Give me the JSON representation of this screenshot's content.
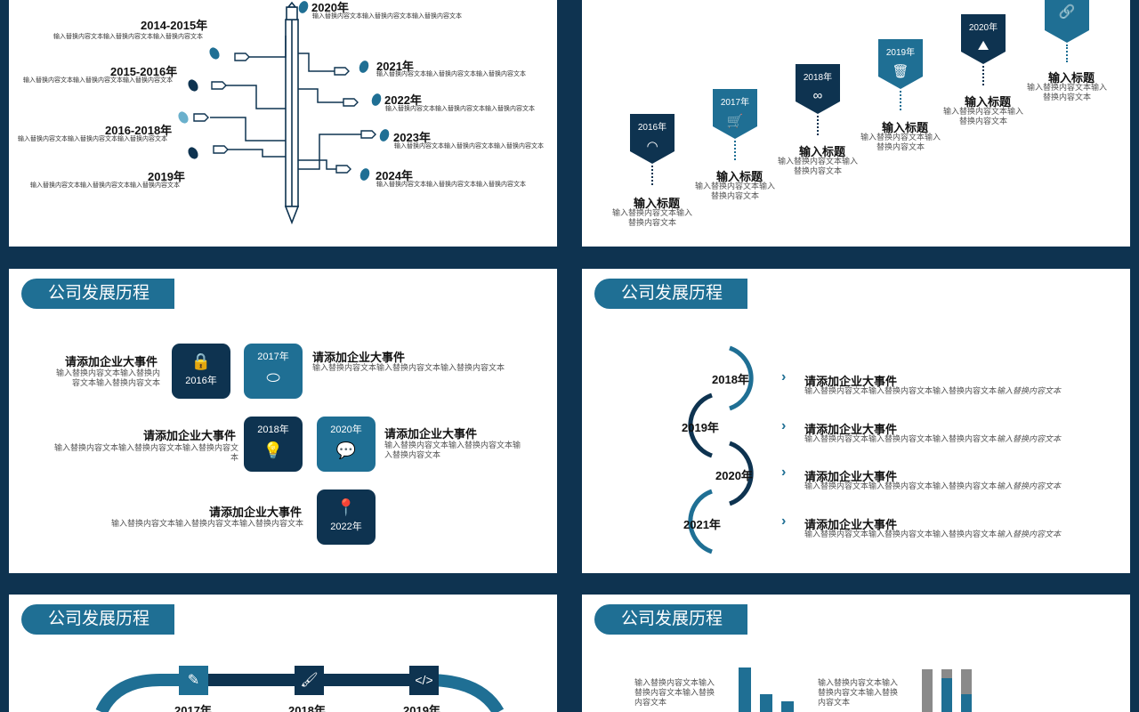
{
  "section_title": "公司发展历程",
  "slide1": {
    "left": [
      {
        "year": "2014-2015年",
        "desc": "输入替换内容文本输入替换内容文本输入替换内容文本"
      },
      {
        "year": "2015-2016年",
        "desc": "输入替换内容文本输入替换内容文本输入替换内容文本"
      },
      {
        "year": "2016-2018年",
        "desc": "输入替换内容文本输入替换内容文本输入替换内容文本"
      },
      {
        "year": "2019年",
        "desc": "输入替换内容文本输入替换内容文本输入替换内容文本"
      }
    ],
    "right": [
      {
        "year": "2020年",
        "desc": "输入替换内容文本输入替换内容文本输入替换内容文本"
      },
      {
        "year": "2021年",
        "desc": "输入替换内容文本输入替换内容文本输入替换内容文本"
      },
      {
        "year": "2022年",
        "desc": "输入替换内容文本输入替换内容文本输入替换内容文本"
      },
      {
        "year": "2023年",
        "desc": "输入替换内容文本输入替换内容文本输入替换内容文本"
      },
      {
        "year": "2024年",
        "desc": "输入替换内容文本输入替换内容文本输入替换内容文本"
      }
    ]
  },
  "slide2": {
    "steps": [
      {
        "year": "2016年",
        "icon": "wifi-icon",
        "title": "输入标题",
        "desc": "输入替换内容文本输入替换内容文本"
      },
      {
        "year": "2017年",
        "icon": "cart-icon",
        "title": "输入标题",
        "desc": "输入替换内容文本输入替换内容文本"
      },
      {
        "year": "2018年",
        "icon": "infinity-icon",
        "title": "输入标题",
        "desc": "输入替换内容文本输入替换内容文本"
      },
      {
        "year": "2019年",
        "icon": "trash-icon",
        "title": "输入标题",
        "desc": "输入替换内容文本输入替换内容文本"
      },
      {
        "year": "2020年",
        "icon": "map-icon",
        "title": "输入标题",
        "desc": "输入替换内容文本输入替换内容文本"
      },
      {
        "year": "",
        "icon": "link-icon",
        "title": "输入标题",
        "desc": "输入替换内容文本输入替换内容文本"
      }
    ]
  },
  "slide3": {
    "events": [
      {
        "title": "请添加企业大事件",
        "desc": "输入替换内容文本输入替换内容文本输入替换内容文本"
      },
      {
        "title": "请添加企业大事件",
        "desc": "输入替换内容文本输入替换内容文本输入替换内容文本"
      },
      {
        "title": "请添加企业大事件",
        "desc": "输入替换内容文本输入替换内容文本输入替换内容文本"
      },
      {
        "title": "请添加企业大事件",
        "desc": "输入替换内容文本输入替换内容文本输入替换内容文本"
      },
      {
        "title": "请添加企业大事件",
        "desc": "输入替换内容文本输入替换内容文本输入替换内容文本"
      }
    ],
    "pieces": [
      {
        "year": "2016年",
        "icon": "lock-icon"
      },
      {
        "year": "2017年",
        "icon": "tag-icon"
      },
      {
        "year": "2018年",
        "icon": "bulb-icon"
      },
      {
        "year": "2020年",
        "icon": "chat-icon"
      },
      {
        "year": "2022年",
        "icon": "pin-icon"
      }
    ]
  },
  "slide4": {
    "rows": [
      {
        "year": "2018年",
        "title": "请添加企业大事件",
        "desc": "输入替换内容文本输入替换内容文本输入替换内容文本",
        "desc_em": "输入替换内容文本"
      },
      {
        "year": "2019年",
        "title": "请添加企业大事件",
        "desc": "输入替换内容文本输入替换内容文本输入替换内容文本",
        "desc_em": "输入替换内容文本"
      },
      {
        "year": "2020年",
        "title": "请添加企业大事件",
        "desc": "输入替换内容文本输入替换内容文本输入替换内容文本",
        "desc_em": "输入替换内容文本"
      },
      {
        "year": "2021年",
        "title": "请添加企业大事件",
        "desc": "输入替换内容文本输入替换内容文本输入替换内容文本",
        "desc_em": "输入替换内容文本"
      }
    ]
  },
  "slide5": {
    "steps": [
      {
        "year": "2017年",
        "icon": "pencil-icon"
      },
      {
        "year": "2018年",
        "icon": "brush-icon"
      },
      {
        "year": "2019年",
        "icon": "code-icon"
      }
    ]
  },
  "slide6": {
    "texts": [
      "输入替换内容文本输入替换内容文本输入替换内容文本",
      "输入替换内容文本输入替换内容文本输入替换内容文本"
    ]
  },
  "colors": {
    "navy": "#0e3350",
    "teal": "#1f6f94",
    "gray": "#8a8a8a"
  }
}
